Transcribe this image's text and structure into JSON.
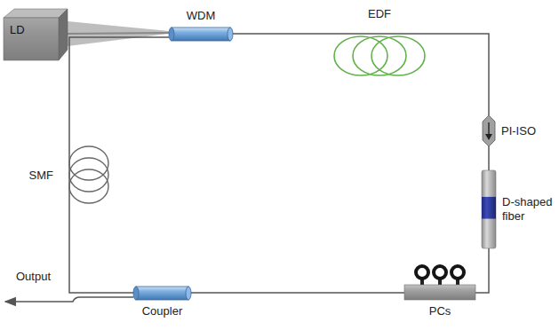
{
  "diagram": {
    "nodes": [
      {
        "text": [
          "LD"
        ]
      },
      {
        "text": [
          "WDM"
        ]
      },
      {
        "text": [
          "EDF"
        ]
      },
      {
        "text": [
          "PI-ISO"
        ]
      },
      {
        "text": [
          "D-shaped fiber"
        ]
      },
      {
        "text": [
          "PCs"
        ]
      },
      {
        "text": [
          "Coupler"
        ]
      },
      {
        "text": [
          "SMF"
        ]
      }
    ],
    "edges": [
      {
        "from": 0,
        "to": 1,
        "arrow": "none"
      },
      {
        "from": 1,
        "to": 2,
        "arrow": "none"
      },
      {
        "from": 2,
        "to": 3,
        "arrow": "none"
      },
      {
        "from": 3,
        "to": 4,
        "arrow": "none"
      },
      {
        "from": 4,
        "to": 5,
        "arrow": "none"
      },
      {
        "from": 5,
        "to": 6,
        "arrow": "none"
      },
      {
        "from": 6,
        "to": 7,
        "arrow": "none"
      },
      {
        "from": 7,
        "to": 1,
        "arrow": "none"
      }
    ],
    "labels": [
      "Output"
    ]
  }
}
